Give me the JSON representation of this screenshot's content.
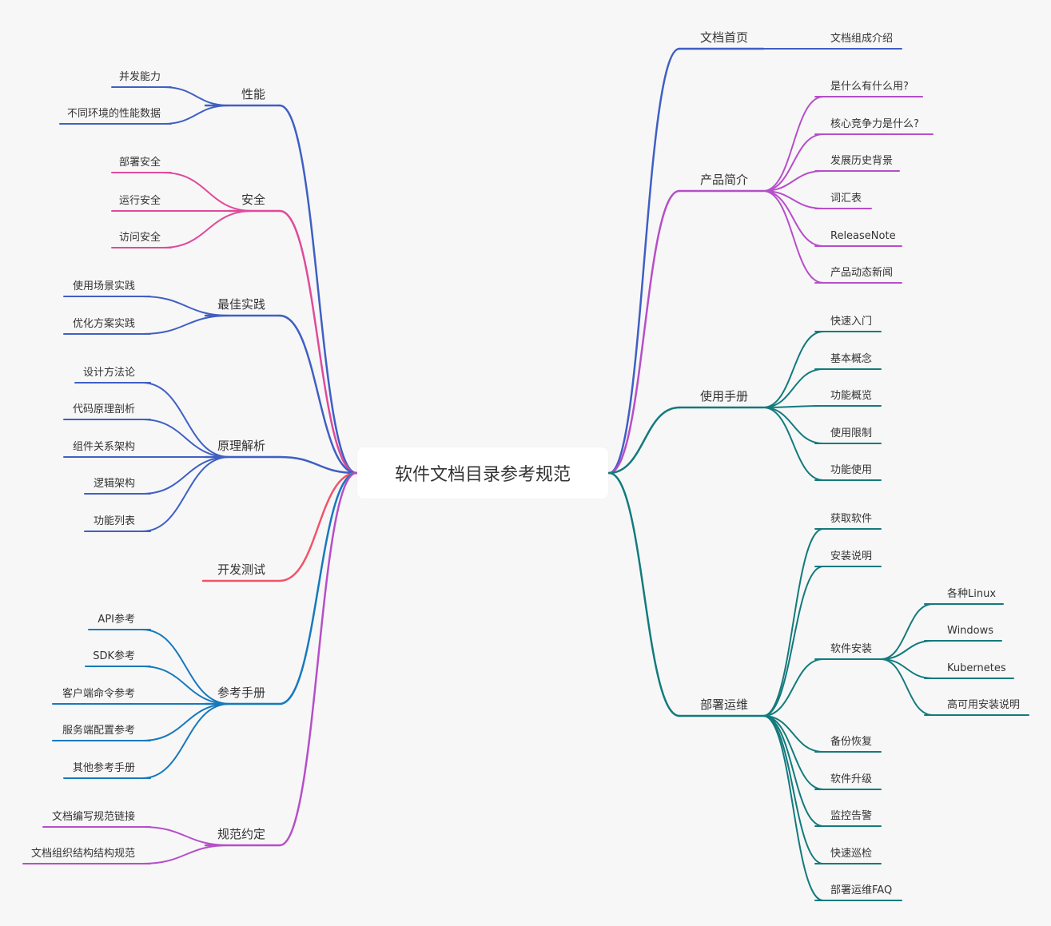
{
  "colors": {
    "blue": "#3f5fc3",
    "pink": "#df4a9b",
    "red": "#f05468",
    "sky": "#1679bd",
    "purple": "#b64ec9",
    "teal": "#137a7c"
  },
  "center": "软件文档目录参考规范",
  "right": [
    {
      "label": "文档首页",
      "color": "#3f5fc3",
      "children": [
        {
          "label": "文档组成介绍"
        }
      ]
    },
    {
      "label": "产品简介",
      "color": "#b64ec9",
      "children": [
        {
          "label": "是什么有什么用?"
        },
        {
          "label": "核心竞争力是什么?"
        },
        {
          "label": "发展历史背景"
        },
        {
          "label": "词汇表"
        },
        {
          "label": "ReleaseNote"
        },
        {
          "label": "产品动态新闻"
        }
      ]
    },
    {
      "label": "使用手册",
      "color": "#137a7c",
      "children": [
        {
          "label": "快速入门"
        },
        {
          "label": "基本概念"
        },
        {
          "label": "功能概览"
        },
        {
          "label": "使用限制"
        },
        {
          "label": "功能使用"
        }
      ]
    },
    {
      "label": "部署运维",
      "color": "#137a7c",
      "children": [
        {
          "label": "获取软件"
        },
        {
          "label": "安装说明"
        },
        {
          "label": "软件安装",
          "children": [
            {
              "label": "各种Linux"
            },
            {
              "label": "Windows"
            },
            {
              "label": "Kubernetes"
            },
            {
              "label": "高可用安装说明"
            }
          ]
        },
        {
          "label": "备份恢复"
        },
        {
          "label": "软件升级"
        },
        {
          "label": "监控告警"
        },
        {
          "label": "快速巡检"
        },
        {
          "label": "部署运维FAQ"
        }
      ]
    }
  ],
  "left": [
    {
      "label": "性能",
      "color": "#3f5fc3",
      "children": [
        {
          "label": "并发能力"
        },
        {
          "label": "不同环境的性能数据"
        }
      ]
    },
    {
      "label": "安全",
      "color": "#df4a9b",
      "children": [
        {
          "label": "部署安全"
        },
        {
          "label": "运行安全"
        },
        {
          "label": "访问安全"
        }
      ]
    },
    {
      "label": "最佳实践",
      "color": "#3f5fc3",
      "children": [
        {
          "label": "使用场景实践"
        },
        {
          "label": "优化方案实践"
        }
      ]
    },
    {
      "label": "原理解析",
      "color": "#3f5fc3",
      "children": [
        {
          "label": "设计方法论"
        },
        {
          "label": "代码原理剖析"
        },
        {
          "label": "组件关系架构"
        },
        {
          "label": "逻辑架构"
        },
        {
          "label": "功能列表"
        }
      ]
    },
    {
      "label": "开发测试",
      "color": "#f05468",
      "children": []
    },
    {
      "label": "参考手册",
      "color": "#1679bd",
      "children": [
        {
          "label": "API参考"
        },
        {
          "label": "SDK参考"
        },
        {
          "label": "客户端命令参考"
        },
        {
          "label": "服务端配置参考"
        },
        {
          "label": "其他参考手册"
        }
      ]
    },
    {
      "label": "规范约定",
      "color": "#b64ec9",
      "children": [
        {
          "label": "文档编写规范链接"
        },
        {
          "label": "文档组织结构结构规范"
        }
      ]
    }
  ]
}
